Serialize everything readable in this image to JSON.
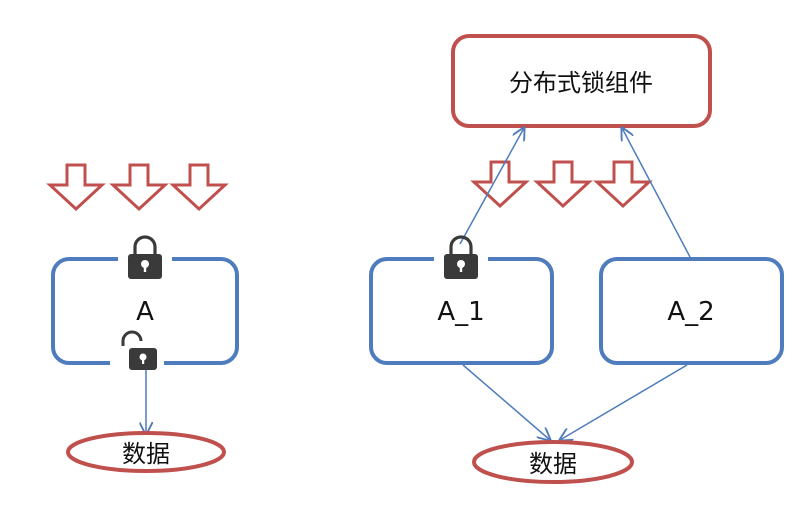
{
  "left": {
    "node_label": "A",
    "data_label": "数据"
  },
  "right": {
    "lock_service_label": "分布式锁组件",
    "node1_label": "A_1",
    "node2_label": "A_2",
    "data_label": "数据"
  },
  "colors": {
    "node_border": "#4e7cbc",
    "red": "#c0504d",
    "arrow_line": "#4e7cbc",
    "lock": "#3a3a3a"
  },
  "icons": [
    "down-arrow-icon",
    "lock-closed-icon",
    "lock-open-icon"
  ]
}
